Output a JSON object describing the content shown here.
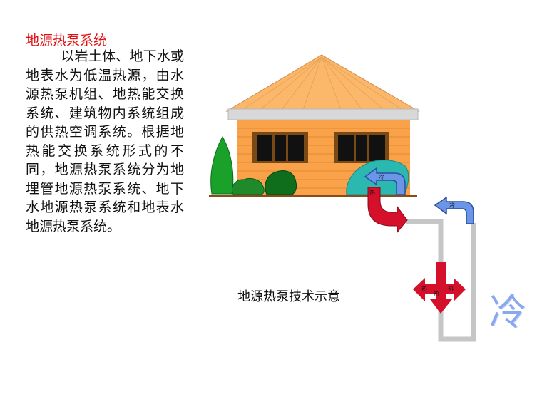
{
  "text": {
    "title": "地源热泵系统",
    "body": "以岩土体、地下水或地表水为低温热源，由水源热泵机组、地热能交换系统、建筑物内系统组成的供热空调系统。根据地热能交换系统形式的不同，地源热泵系统分为地埋管地源热泵系统、地下水地源热泵系统和地表水地源热泵系统。"
  },
  "diagram": {
    "caption": "地源热泵技术示意",
    "cold_label_big": "冷",
    "arrow_labels": {
      "house_cold": "冷",
      "house_hot": "热",
      "ground_cold": "冷",
      "spread_left": "热",
      "spread_right": "热",
      "spread_bottom": "热"
    }
  },
  "colors": {
    "title_red": "#e01010",
    "wall_orange": "#f9a24a",
    "roof_orange": "#fbb86a",
    "hot_red": "#d4102b",
    "cold_blue": "#6b96e8",
    "pipe_gray": "#c6c6c6"
  }
}
